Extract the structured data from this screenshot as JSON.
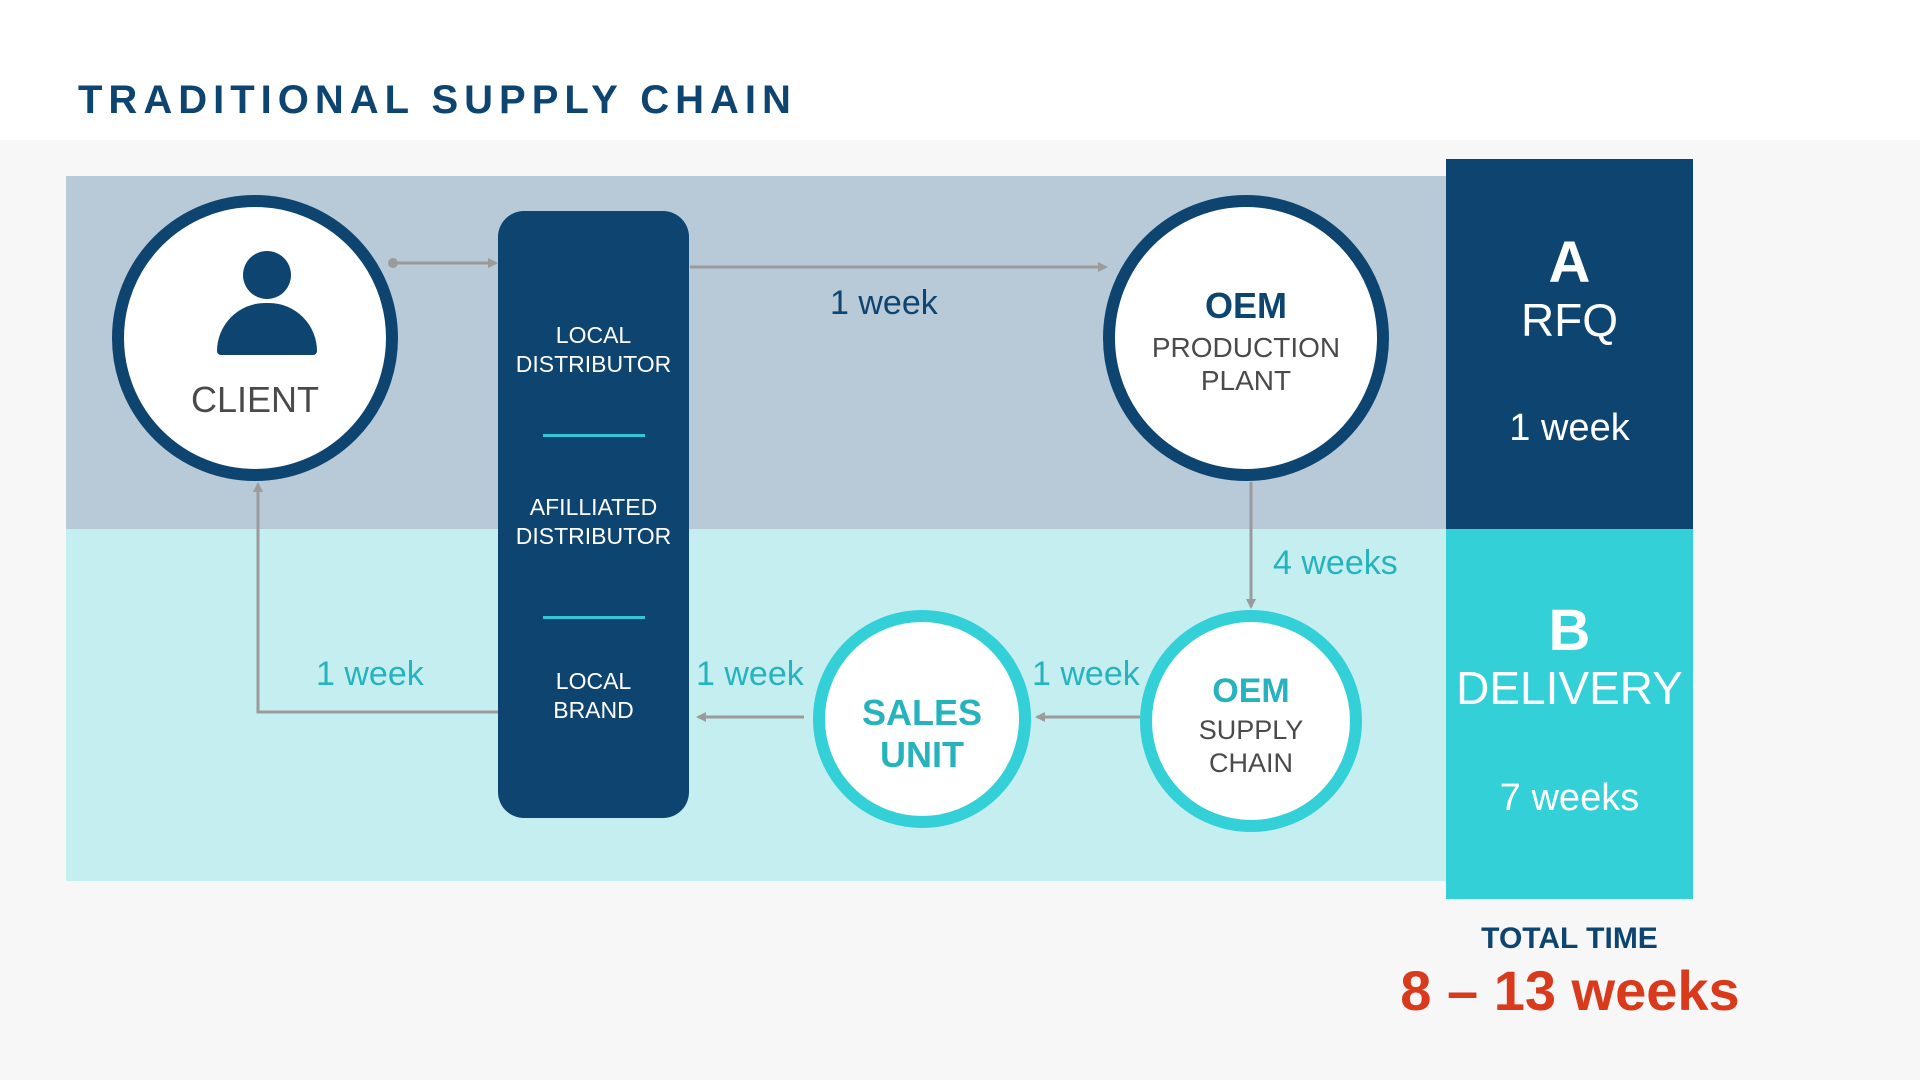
{
  "title": "TRADITIONAL SUPPLY CHAIN",
  "nodes": {
    "client": "CLIENT",
    "distributor": {
      "local_distributor": [
        "LOCAL",
        "DISTRIBUTOR"
      ],
      "affiliated_distributor": [
        "AFILLIATED",
        "DISTRIBUTOR"
      ],
      "local_brand": [
        "LOCAL",
        "BRAND"
      ]
    },
    "oem_production": {
      "name": "OEM",
      "desc": [
        "PRODUCTION",
        "PLANT"
      ]
    },
    "oem_supply": {
      "name": "OEM",
      "desc": [
        "SUPPLY",
        "CHAIN"
      ]
    },
    "sales_unit": [
      "SALES",
      "UNIT"
    ]
  },
  "durations": {
    "to_oem_production": "1 week",
    "production_to_supply": "4 weeks",
    "supply_to_sales": "1 week",
    "sales_to_brand": "1 week",
    "brand_to_client": "1 week"
  },
  "phases": {
    "a": {
      "letter": "A",
      "name": "RFQ",
      "duration": "1 week",
      "color": "#0e4470"
    },
    "b": {
      "letter": "B",
      "name": "DELIVERY",
      "duration": "7 weeks",
      "color": "#33d0d8"
    }
  },
  "total": {
    "label": "TOTAL TIME",
    "value": "8 – 13 weeks",
    "color": "#d93a1c"
  },
  "icons": {
    "client": "person-icon"
  }
}
